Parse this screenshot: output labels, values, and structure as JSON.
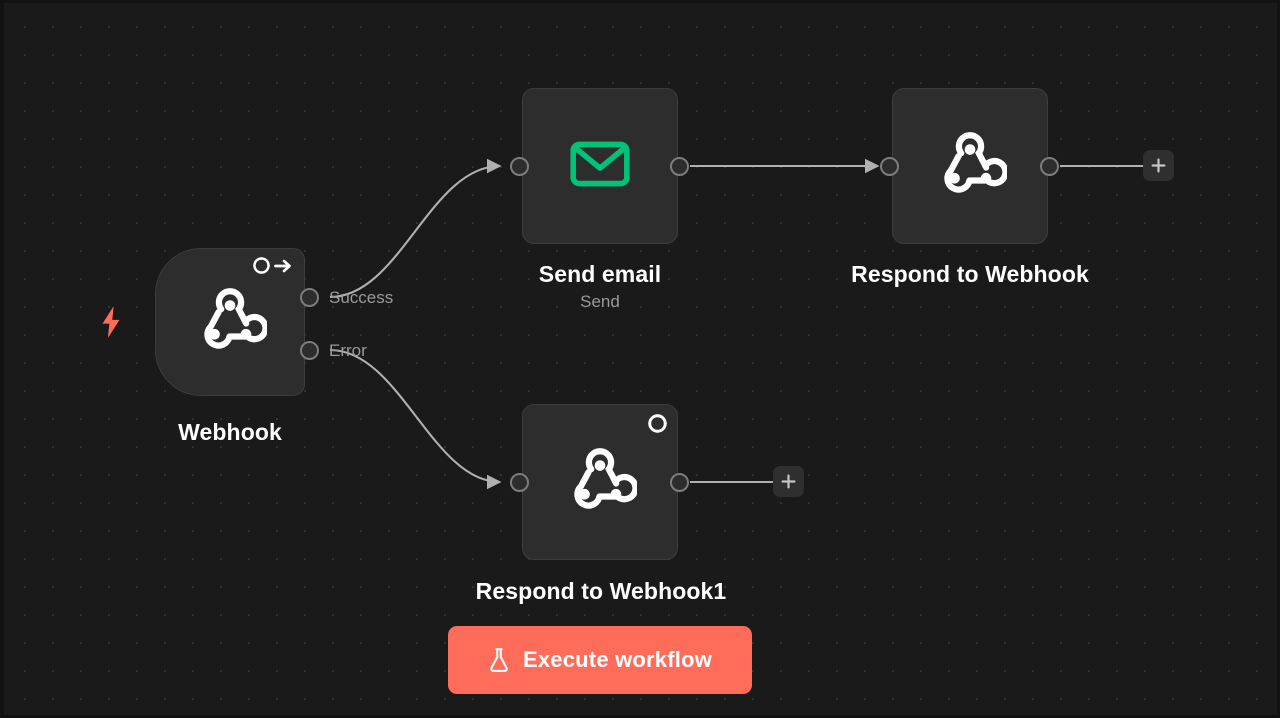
{
  "canvas": {
    "background_color": "#1a1a1a",
    "dot_color": "#333333",
    "accent_color": "#ff6d5a",
    "node_fill": "#2d2d2d",
    "node_border": "#3d3d3d",
    "edge_color": "#b0b0b0",
    "email_icon_color": "#00c278"
  },
  "nodes": [
    {
      "id": "webhook",
      "title": "Webhook",
      "subtitle": "",
      "icon": "webhook-icon",
      "type": "trigger",
      "badge": "pinned-data-icon",
      "outputs": [
        "Success",
        "Error"
      ]
    },
    {
      "id": "send-email",
      "title": "Send email",
      "subtitle": "Send",
      "icon": "envelope-icon",
      "type": "action",
      "badge": "",
      "outputs": []
    },
    {
      "id": "respond-to-webhook",
      "title": "Respond to Webhook",
      "subtitle": "",
      "icon": "webhook-icon",
      "type": "action",
      "badge": "",
      "outputs": []
    },
    {
      "id": "respond-to-webhook1",
      "title": "Respond to Webhook1",
      "subtitle": "",
      "icon": "webhook-icon",
      "type": "action",
      "badge": "unfinished-icon",
      "outputs": []
    }
  ],
  "ports": {
    "success_label": "Success",
    "error_label": "Error"
  },
  "add_buttons": {
    "symbol": "+"
  },
  "execute": {
    "label": "Execute workflow",
    "icon": "flask-icon",
    "color": "#ff6d5a"
  }
}
